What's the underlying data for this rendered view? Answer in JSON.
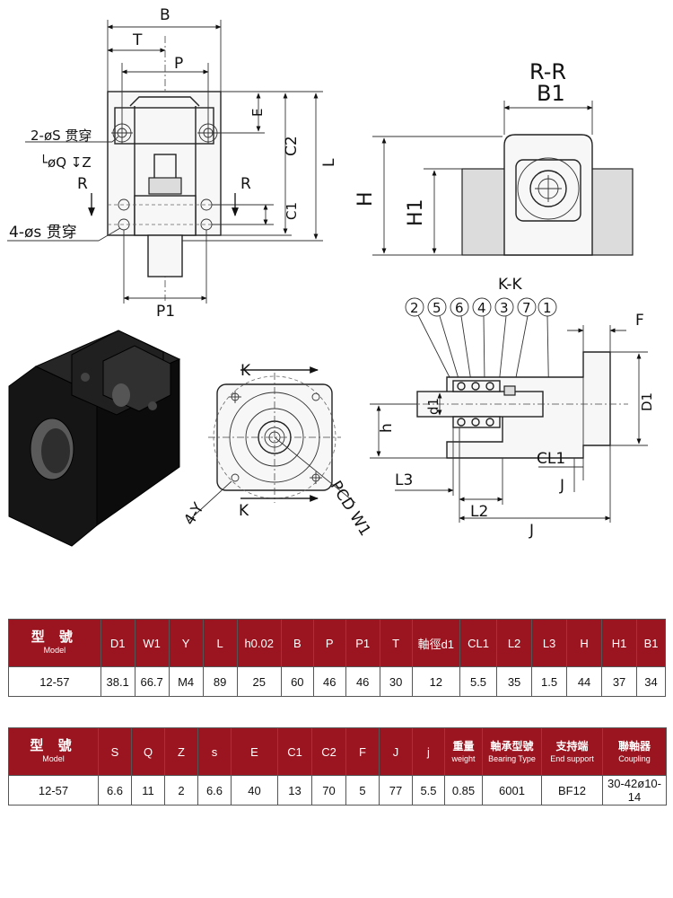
{
  "drawing": {
    "labels": {
      "B": "B",
      "T": "T",
      "P": "P",
      "E": "E",
      "C2": "C2",
      "L": "L",
      "C1": "C1",
      "R_left": "R",
      "R_right": "R",
      "P1": "P1",
      "hole_2S": "2-øS 贯穿",
      "depth_QZ": "└øQ ↧Z",
      "hole_4s": "4-øs 贯穿",
      "section_RR": "R-R",
      "B1": "B1",
      "H": "H",
      "H1": "H1",
      "K_top": "K",
      "K_bottom": "K",
      "four_Y": "4-Y",
      "PCD": "PCD W1",
      "section_KK": "K-K",
      "F": "F",
      "D1": "D1",
      "d1": "d1",
      "h": "h",
      "CL1": "CL1",
      "L3": "L3",
      "L2": "L2",
      "J_small": "J",
      "J": "J",
      "balloons": [
        "2",
        "5",
        "6",
        "4",
        "3",
        "7",
        "1"
      ]
    }
  },
  "table1": {
    "model_cn": "型 號",
    "model_en": "Model",
    "headers": [
      "D1",
      "W1",
      "Y",
      "L",
      "h0.02",
      "B",
      "P",
      "P1",
      "T",
      "軸徑d1",
      "CL1",
      "L2",
      "L3",
      "H",
      "H1",
      "B1"
    ],
    "model": "12-57",
    "values": [
      "38.1",
      "66.7",
      "M4",
      "89",
      "25",
      "60",
      "46",
      "46",
      "30",
      "12",
      "5.5",
      "35",
      "1.5",
      "44",
      "37",
      "34"
    ]
  },
  "table2": {
    "model_cn": "型 號",
    "model_en": "Model",
    "headers": [
      "S",
      "Q",
      "Z",
      "s",
      "E",
      "C1",
      "C2",
      "F",
      "J",
      "j"
    ],
    "extra_headers": [
      {
        "cn": "重量",
        "en": "weight"
      },
      {
        "cn": "軸承型號",
        "en": "Bearing Type"
      },
      {
        "cn": "支持端",
        "en": "End support"
      },
      {
        "cn": "聯軸器",
        "en": "Coupling"
      }
    ],
    "model": "12-57",
    "values": [
      "6.6",
      "11",
      "2",
      "6.6",
      "40",
      "13",
      "70",
      "5",
      "77",
      "5.5",
      "0.85",
      "6001",
      "BF12",
      "30-42ø10-14"
    ]
  }
}
